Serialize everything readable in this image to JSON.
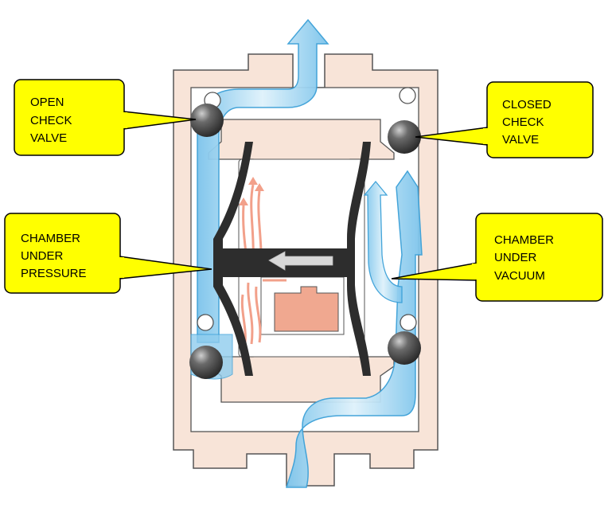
{
  "colors": {
    "housing_fill": "#f8e4d8",
    "housing_stroke": "#555555",
    "fluid": "#8fcdee",
    "fluid_light": "#d6eef9",
    "fluid_stroke": "#3aa0d8",
    "ball": "#4a4a4a",
    "diaphragm": "#2d2d2d",
    "air_block": "#f0a890",
    "air_arrow": "#f2a08a",
    "shaft_arrow": "#d8d8d8",
    "callout_fill": "#ffff00",
    "callout_stroke": "#000000"
  },
  "icons": {
    "check_valve": "ball-icon",
    "direction": "arrow-left-icon"
  },
  "labels": {
    "open_check_valve": [
      "OPEN",
      "CHECK",
      "VALVE"
    ],
    "closed_check_valve": [
      "CLOSED",
      "CHECK",
      "VALVE"
    ],
    "chamber_under_pressure": [
      "CHAMBER",
      "UNDER",
      "PRESSURE"
    ],
    "chamber_under_vacuum": [
      "CHAMBER",
      "UNDER",
      "VACUUM"
    ]
  }
}
